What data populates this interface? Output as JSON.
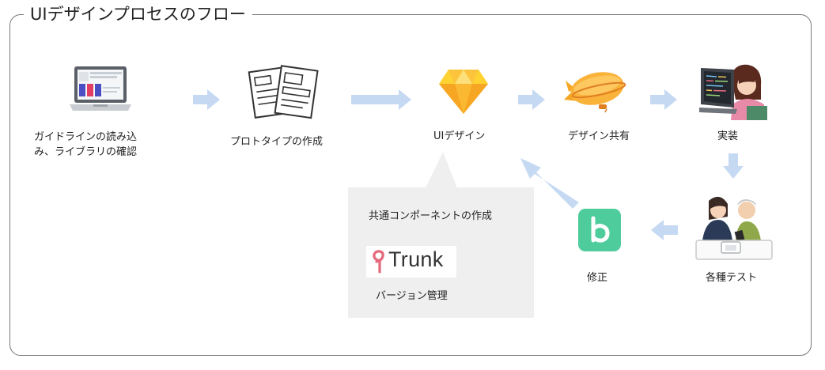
{
  "title": "UIデザインプロセスのフロー",
  "steps": {
    "guideline": {
      "line1": "ガイドラインの読み込",
      "line2": "み、ライブラリの確認"
    },
    "prototype": "プロトタイプの作成",
    "ui_design": "UIデザイン",
    "share": "デザイン共有",
    "implement": "実装",
    "test": "各種テスト",
    "fix": "修正"
  },
  "bubble": {
    "heading": "共通コンポーネントの作成",
    "tool_logo_text": "Trunk",
    "tool_caption": "バージョン管理"
  },
  "colors": {
    "arrow": "#c6d9f3",
    "bubble_bg": "#efefef",
    "frame": "#777777",
    "sketch_gem": "#f7b52c",
    "zeplin_orange": "#f3952c",
    "fix_app_green": "#4ecc9b",
    "trunk_pink": "#e4697b"
  },
  "icons": {
    "guideline": "laptop-icon",
    "prototype": "document-sheets-icon",
    "ui_design": "sketch-diamond-icon",
    "share": "zeplin-blimp-icon",
    "implement": "person-coding-icon",
    "test": "user-testing-icon",
    "fix": "green-app-icon"
  }
}
